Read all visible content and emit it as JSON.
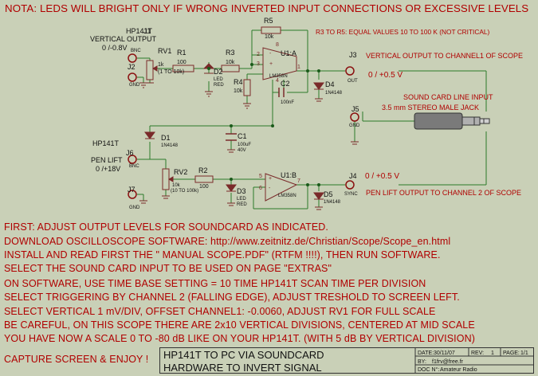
{
  "header_note": "NOTA: LEDS WILL BRIGHT ONLY IF WRONG INVERTED INPUT CONNECTIONS OR EXCESSIVE LEVELS",
  "r3_r5_note": "R3 TO R5: EQUAL VALUES 10 TO 100 K (NOT CRITICAL)",
  "inputs": {
    "j1_title": "HP141T",
    "j1_subtitle": "VERTICAL OUTPUT",
    "j1_range": "0 /-0.8V",
    "j6_title": "HP141T",
    "j6_subtitle": "PEN LIFT",
    "j6_range": "0 /+18V"
  },
  "outputs": {
    "j3_label": "VERTICAL OUTPUT TO CHANNEL1 OF SCOPE",
    "j3_level": "0 / +0.5 V",
    "j4_level": "0 / +0.5 V",
    "j4_label": "PEN LIFT OUTPUT TO CHANNEL 2 OF SCOPE",
    "soundcard_title": "SOUND CARD LINE INPUT",
    "soundcard_sub": "3.5 mm STEREO MALE JACK"
  },
  "components": {
    "J1": "J1",
    "J2": "J2",
    "J3": "J3",
    "J4": "J4",
    "J5": "J5",
    "J6": "J6",
    "J7": "J7",
    "bnc": "BNC",
    "gnd": "GND",
    "out": "OUT",
    "sync": "SYNC",
    "RV1": "RV1",
    "RV1_val": "1k",
    "RV1_sub": "(1 TO 10k)",
    "RV2": "RV2",
    "RV2_val": "10k",
    "RV2_sub": "(10 TO 100k)",
    "R1": "R1",
    "R1_val": "100",
    "R2": "R2",
    "R2_val": "100",
    "R3": "R3",
    "R3_val": "10k",
    "R4": "R4",
    "R4_val": "10k",
    "R5": "R5",
    "R5_val": "10k",
    "D1": "D1",
    "D1_val": "1N4148",
    "D2": "D2",
    "D2_val": "LED",
    "D2_color": "RED",
    "D3": "D3",
    "D3_val": "LED",
    "D3_color": "RED",
    "D4": "D4",
    "D4_val": "1N4148",
    "D5": "D5",
    "D5_val": "1N4148",
    "C1": "C1",
    "C1_val": "100uF",
    "C1_volt": "40V",
    "C2": "C2",
    "C2_val": "100nF",
    "U1A": "U1:A",
    "U1A_part": "LM358N",
    "U1B": "U1:B",
    "U1B_part": "LM358N"
  },
  "instructions": [
    "FIRST: ADJUST OUTPUT LEVELS FOR SOUNDCARD AS INDICATED.",
    "DOWNLOAD OSCILLOSCOPE SOFTWARE: http://www.zeitnitz.de/Christian/Scope/Scope_en.html",
    "INSTALL AND READ FIRST THE \" MANUAL SCOPE.PDF\" (RTFM !!!!), THEN RUN SOFTWARE.",
    "SELECT THE SOUND CARD INPUT TO BE USED ON PAGE \"EXTRAS\"",
    "ON SOFTWARE, USE TIME BASE  SETTING = 10 TIME HP141T SCAN TIME PER DIVISION",
    "SELECT TRIGGERING BY CHANNEL 2 (FALLING EDGE), ADJUST TRESHOLD TO SCREEN LEFT.",
    "SELECT VERTICAL 1 mV/DIV, OFFSET CHANNEL1: -0.0060,  ADJUST RV1 FOR FULL SCALE",
    "BE CAREFUL, ON THIS SCOPE THERE ARE 2x10 VERTICAL DIVISIONS, CENTERED AT MID SCALE",
    "YOU HAVE NOW A SCALE 0 TO -80 dB LIKE ON YOUR HP141T. (WITH 5 dB BY VERTICAL DIVISION)"
  ],
  "closing": "CAPTURE SCREEN & ENJOY !",
  "title_block": {
    "line1": "HP141T TO PC VIA SOUNDCARD",
    "line2": "HARDWARE TO INVERT SIGNAL",
    "date_label": "DATE:",
    "date": "30/11/07",
    "rev_label": "REV:",
    "rev": "1",
    "page_label": "PAGE:",
    "page": "1/1",
    "by_label": "BY:",
    "by": "f1frv@free.fr",
    "doc_label": "DOC N°:",
    "doc": "Amateur Radio"
  },
  "colors": {
    "background": "#c9d0b7",
    "text_red": "#b00000",
    "wire": "#2a7a2a",
    "component": "#7a2a2a"
  }
}
